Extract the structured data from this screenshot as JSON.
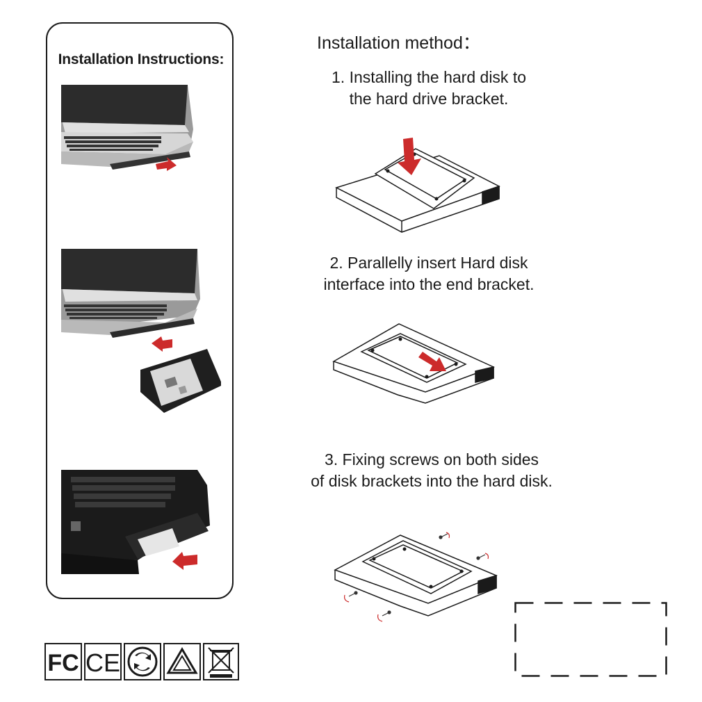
{
  "left_panel": {
    "title": "Installation Instructions:"
  },
  "method": {
    "title": "Installation method："
  },
  "steps": [
    {
      "line1": "1. Installing the hard disk to",
      "line2": "the hard drive bracket."
    },
    {
      "line1": "2. Parallelly insert Hard disk",
      "line2": "interface into the end bracket."
    },
    {
      "line1": "3. Fixing screws on both sides",
      "line2": "of disk brackets into the hard disk."
    }
  ],
  "logos": [
    "fc-logo",
    "ce-logo",
    "green-dot-logo",
    "recycle-logo",
    "weee-bin-logo"
  ],
  "colors": {
    "arrow": "#cc2b2b",
    "outline": "#1a1a1a",
    "laptop_silver": "#c9c9c9",
    "laptop_dark": "#222222"
  }
}
